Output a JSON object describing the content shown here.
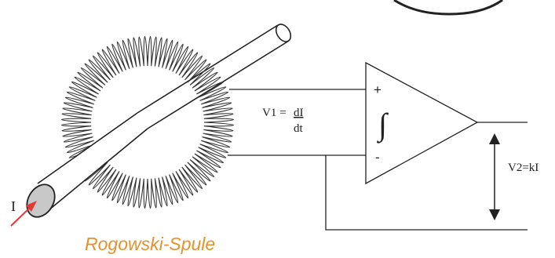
{
  "colors": {
    "line": "#222222",
    "coil": "#333333",
    "conductor_end": "#c8c8c8",
    "current_arrow": "#e53935",
    "caption": "#e8902a"
  },
  "labels": {
    "current": "I",
    "v1_prefix": "V1 =",
    "v1_numerator": "dI",
    "v1_denominator": "dt",
    "plus": "+",
    "minus": "-",
    "integral": "∫",
    "v2": "V2=kI",
    "caption": "Rogowski-Spule"
  },
  "icons": {
    "integrator": "integral-symbol",
    "output_arrow": "double-headed-arrow"
  }
}
